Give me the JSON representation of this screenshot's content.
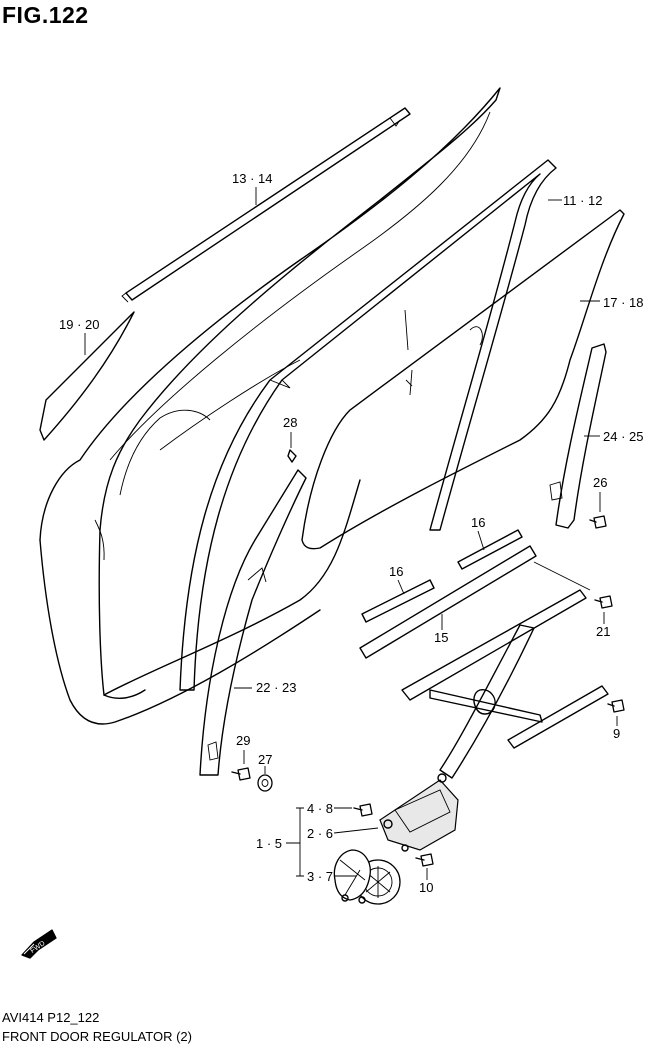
{
  "figure": {
    "title": "FIG.122",
    "model_code": "AVI414 P12_122",
    "name": "FRONT DOOR REGULATOR (2)"
  },
  "fwd_arrow": {
    "label": "FWD",
    "icon": "fwd-arrow-icon"
  },
  "callouts": [
    {
      "id": "13-14",
      "text": "13 · 14"
    },
    {
      "id": "11-12",
      "text": "11 · 12"
    },
    {
      "id": "17-18",
      "text": "17 · 18"
    },
    {
      "id": "19-20",
      "text": "19 · 20"
    },
    {
      "id": "24-25",
      "text": "24 · 25"
    },
    {
      "id": "28",
      "text": "28"
    },
    {
      "id": "26",
      "text": "26"
    },
    {
      "id": "16a",
      "text": "16"
    },
    {
      "id": "16b",
      "text": "16"
    },
    {
      "id": "21",
      "text": "21"
    },
    {
      "id": "15",
      "text": "15"
    },
    {
      "id": "22-23",
      "text": "22 · 23"
    },
    {
      "id": "9",
      "text": "9"
    },
    {
      "id": "29",
      "text": "29"
    },
    {
      "id": "27",
      "text": "27"
    },
    {
      "id": "4-8",
      "text": "4 · 8"
    },
    {
      "id": "1-5",
      "text": "1 · 5"
    },
    {
      "id": "2-6",
      "text": "2 · 6"
    },
    {
      "id": "3-7",
      "text": "3 · 7"
    },
    {
      "id": "10",
      "text": "10"
    }
  ]
}
